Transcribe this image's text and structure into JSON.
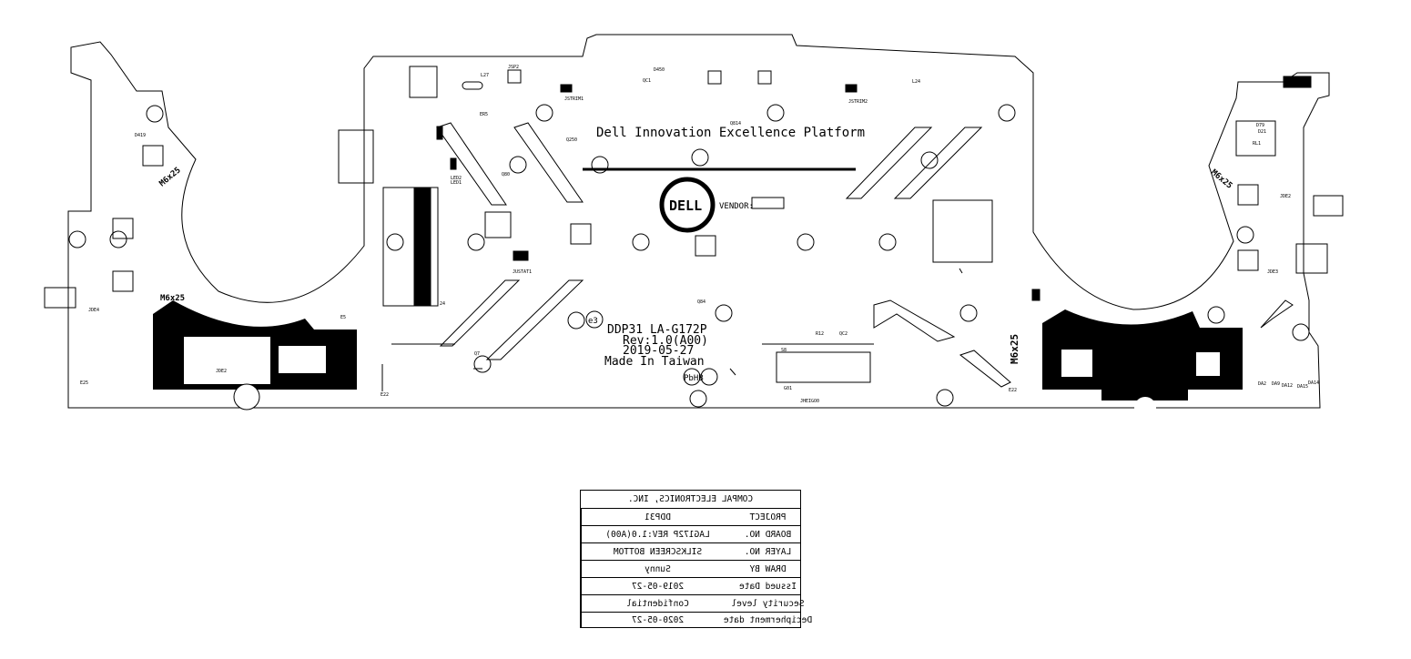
{
  "board": {
    "headline": "Dell Innovation Excellence Platform",
    "logo": "DELL",
    "vendor_label": "VENDOR:",
    "project_line": "DDP31 LA-G172P",
    "rev_line": "Rev:1.0(A00)",
    "date_line": "2019-05-27",
    "origin_line": "Made In Taiwan",
    "marks": [
      "e3",
      "PbHB"
    ],
    "mount_labels": [
      "M6x25",
      "M6x25",
      "M6x25",
      "M6x25"
    ]
  },
  "title_block": {
    "company": "COMPAL ELECTRONICS, INC.",
    "rows": [
      {
        "label": "PROJECT",
        "value": "DDP31"
      },
      {
        "label": "BOARD NO.",
        "value": "LAG172P  REV:1.0(A00)"
      },
      {
        "label": "LAYER NO.",
        "value": "SILKSCREEN BOTTOM"
      },
      {
        "label": "DRAW BY",
        "value": "Sunny"
      },
      {
        "label": "Issued Date",
        "value": "2019-05-27"
      },
      {
        "label": "Security level",
        "value": "Confidential"
      },
      {
        "label": "Decipherment date",
        "value": "2020-05-27"
      }
    ]
  }
}
